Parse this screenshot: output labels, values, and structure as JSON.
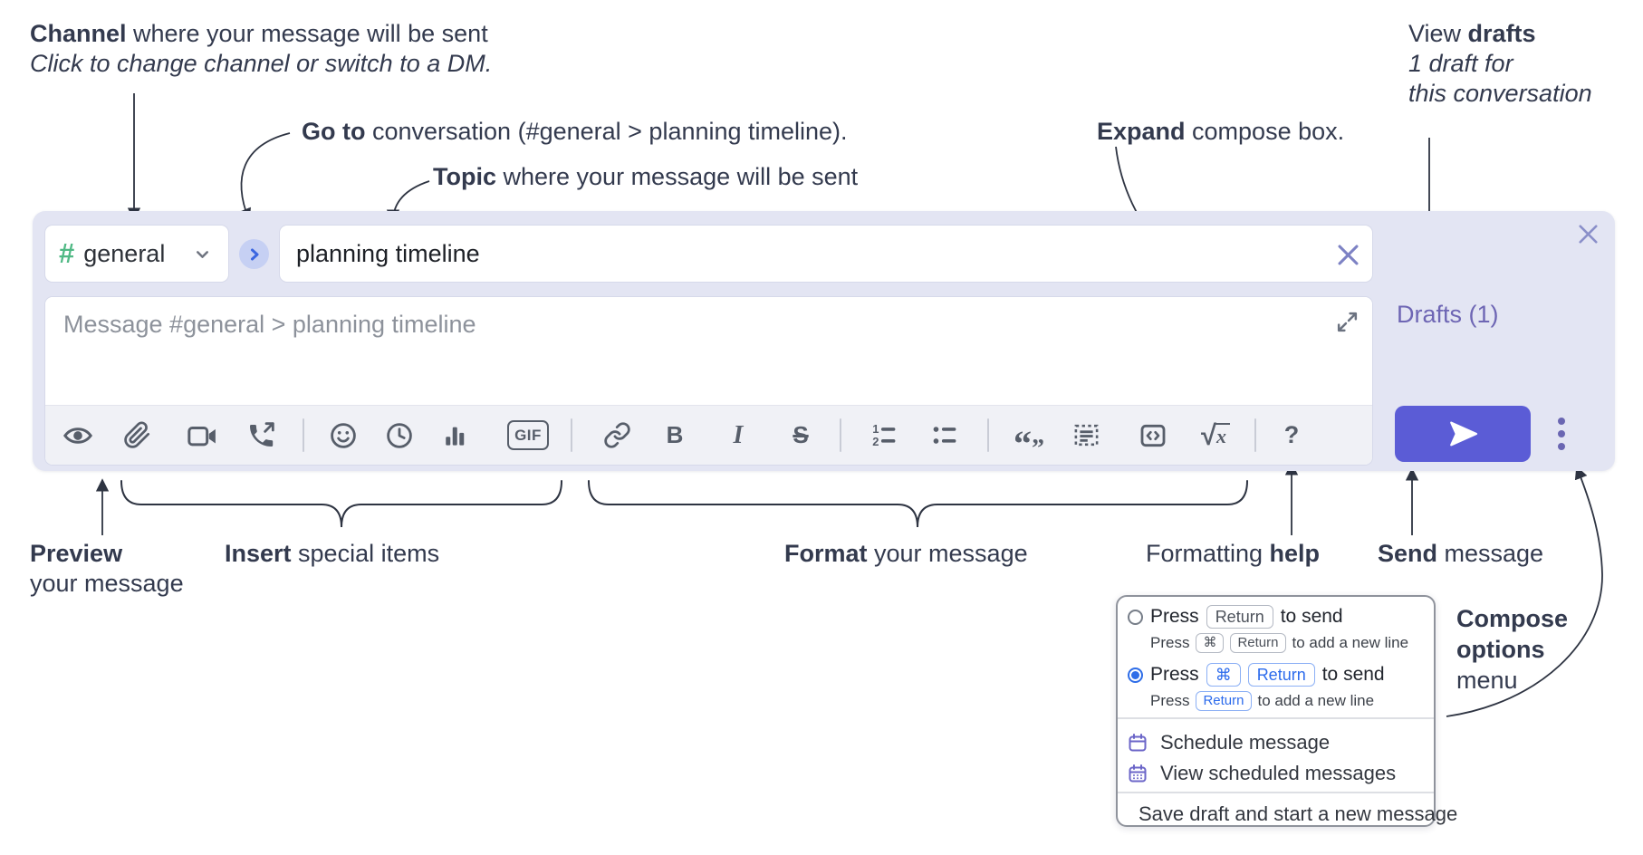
{
  "annotations": {
    "channel": {
      "bold": "Channel",
      "rest": " where your message will be sent",
      "sub": "Click to change channel or switch to a DM."
    },
    "goto": {
      "bold": "Go to",
      "rest": " conversation (#general > planning timeline)."
    },
    "topic": {
      "bold": "Topic",
      "rest": " where your message will be sent"
    },
    "expand": {
      "bold": "Expand",
      "rest": " compose box."
    },
    "view_drafts": {
      "pre": "View ",
      "bold": "drafts",
      "line2": "1 draft for",
      "line3": "this conversation"
    },
    "preview": {
      "bold": "Preview",
      "line2": "your message"
    },
    "insert": {
      "bold": "Insert",
      "rest": " special items"
    },
    "format": {
      "bold": "Format",
      "rest": " your message"
    },
    "formatting_help": {
      "pre": "Formatting ",
      "bold": "help"
    },
    "send": {
      "bold": "Send",
      "rest": " message"
    },
    "compose_options": {
      "line1": "Compose",
      "line2": "options",
      "line3": "menu"
    }
  },
  "compose": {
    "channel_hash": "#",
    "channel_name": "general",
    "topic_value": "planning timeline",
    "message_placeholder": "Message #general > planning timeline",
    "drafts_link": "Drafts (1)"
  },
  "toolbar": {
    "gif": "GIF",
    "bold": "B",
    "italic": "I",
    "strike": "S",
    "ol_digit1": "1",
    "ol_digit2": "2",
    "quote_open": "“",
    "quote_close": "”",
    "math_root": "√",
    "math_var": "x",
    "help": "?"
  },
  "menu": {
    "opt1": {
      "main_pre": "Press",
      "main_key": "Return",
      "main_post": "to send",
      "sub_pre": "Press",
      "sub_key1": "⌘",
      "sub_key2": "Return",
      "sub_post": "to add a new line"
    },
    "opt2": {
      "main_pre": "Press",
      "main_key1": "⌘",
      "main_key2": "Return",
      "main_post": "to send",
      "sub_pre": "Press",
      "sub_key": "Return",
      "sub_post": "to add a new line"
    },
    "items": {
      "schedule": "Schedule message",
      "view_scheduled": "View scheduled messages",
      "save_draft": "Save draft and start a new message"
    }
  },
  "colors": {
    "compose_bg": "#e3e5f3",
    "accent_send": "#5b5cd6",
    "purple_link": "#6e66b4",
    "channel_green": "#51b985",
    "goto_blue": "#3b66e0",
    "radio_blue": "#2e6de8",
    "keycap_blue": "#2c6bec",
    "icon_gray": "#575e6a",
    "annotation_ink": "#333a4e",
    "menu_icon_purple": "#6b65c8"
  }
}
